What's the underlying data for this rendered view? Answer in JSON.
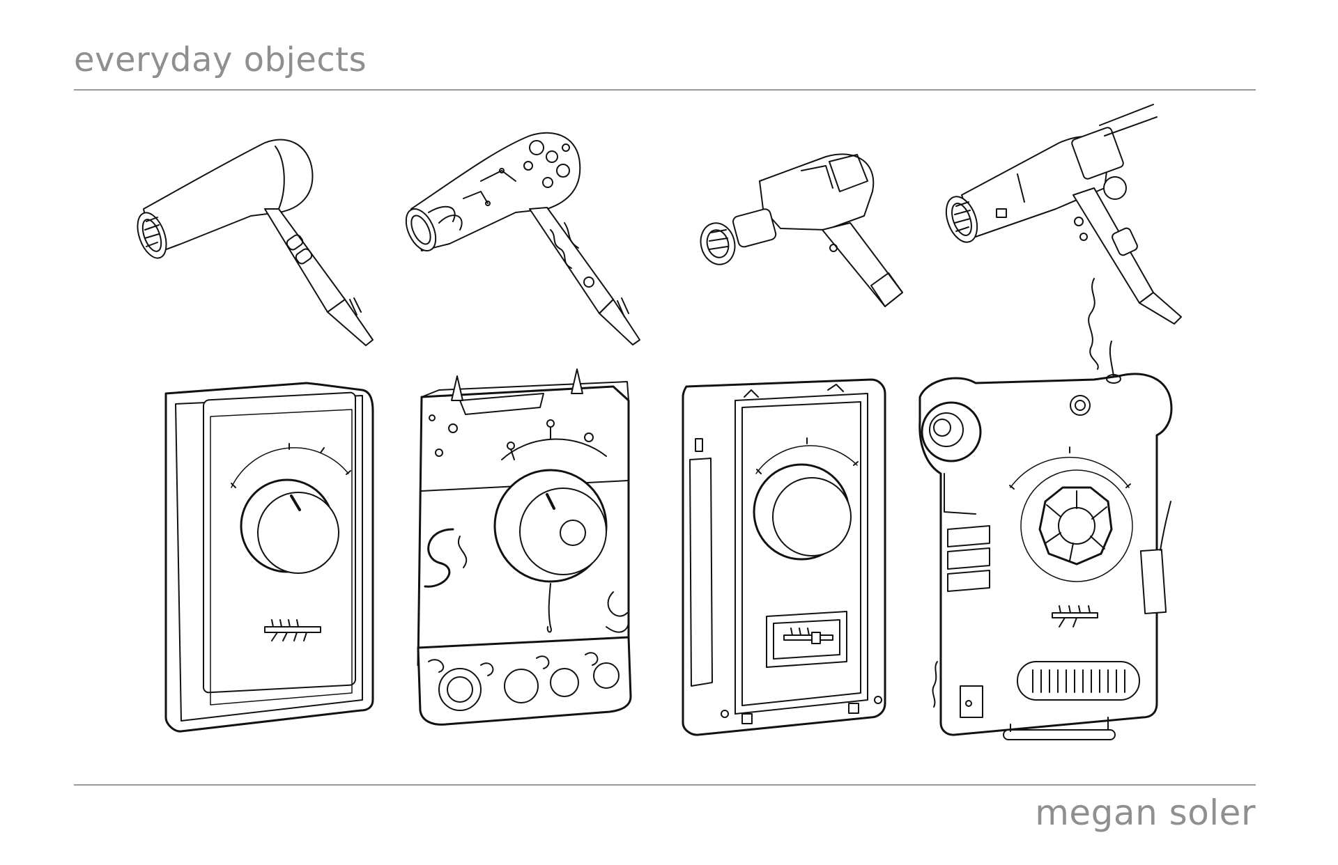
{
  "page": {
    "title": "everyday objects",
    "author": "megan soler"
  },
  "colors": {
    "text": "#8f8f8f",
    "rule": "#9a9a9a",
    "ink": "#111111",
    "background": "#ffffff"
  },
  "artwork": {
    "hair_dryers": [
      "plain-dryer",
      "ornate-dryer",
      "rugged-dryer",
      "industrial-dryer"
    ],
    "control_boxes": [
      "plain-control-box",
      "ornate-control-box",
      "rugged-control-box",
      "industrial-control-box"
    ]
  }
}
